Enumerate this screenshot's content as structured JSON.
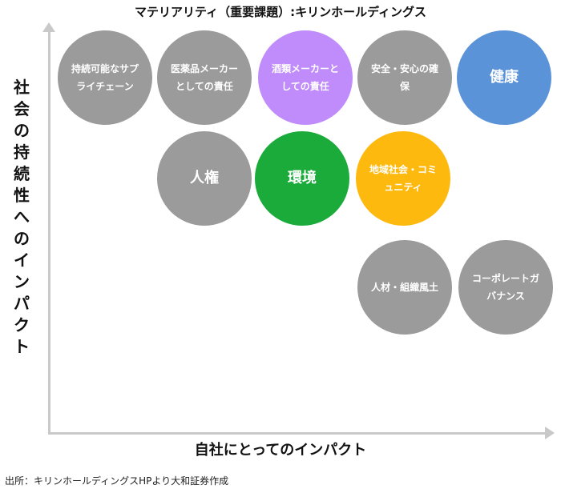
{
  "title": "マテリアリティ（重要課題）:キリンホールディングス",
  "axes": {
    "y_label": "社会の持続性へのインパクト",
    "x_label": "自社にとってのインパクト"
  },
  "bubbles": {
    "sustainable_supply": "持続可能なサプライチェーン",
    "pharma_responsibility": "医薬品メーカーとしての責任",
    "alcohol_maker": "酒類メーカーとしての責任",
    "safety_security": "安全・安心の確保",
    "health": "健康",
    "human_rights": "人権",
    "environment": "環境",
    "community": "地域社会・コミュニティ",
    "talent_culture": "人材・組織風土",
    "governance": "コーポレートガバナンス"
  },
  "colors": {
    "gray": "#9b9b9b",
    "purple": "#c08bfa",
    "blue": "#5b93d9",
    "green": "#1aab3a",
    "yellow": "#fdb90e"
  },
  "source": "出所：キリンホールディングスHPより大和証券作成"
}
